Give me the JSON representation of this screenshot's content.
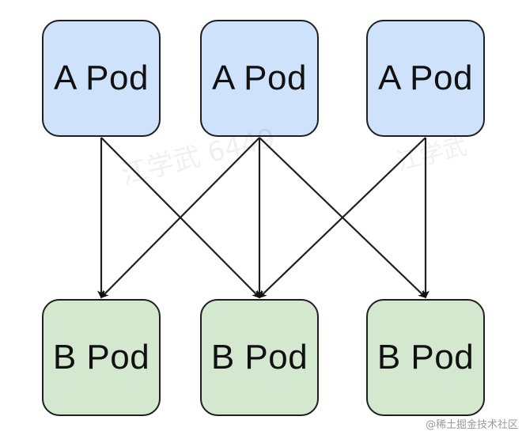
{
  "nodes": {
    "a": [
      "A Pod",
      "A Pod",
      "A Pod"
    ],
    "b": [
      "B Pod",
      "B Pod",
      "B Pod"
    ]
  },
  "edges": [
    {
      "from": "a0",
      "to": "b0"
    },
    {
      "from": "a0",
      "to": "b1"
    },
    {
      "from": "a1",
      "to": "b0"
    },
    {
      "from": "a1",
      "to": "b1"
    },
    {
      "from": "a1",
      "to": "b2"
    },
    {
      "from": "a2",
      "to": "b1"
    },
    {
      "from": "a2",
      "to": "b2"
    }
  ],
  "colors": {
    "a_fill": "#cfe2fb",
    "b_fill": "#d3e8cf",
    "stroke": "#1f1f1f"
  },
  "watermarks": [
    "江学武 6449",
    "江学武"
  ],
  "credit": "@稀土掘金技术社区"
}
